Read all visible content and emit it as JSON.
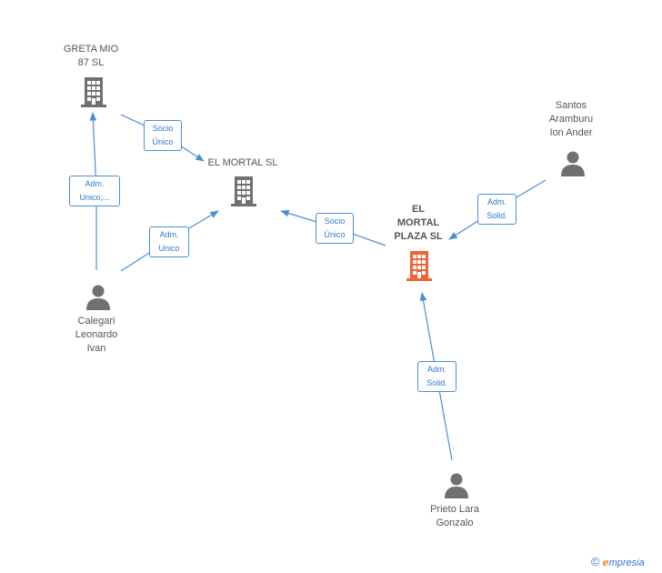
{
  "colors": {
    "edge": "#4a8fd6",
    "building": "#707070",
    "building_focus": "#f06433",
    "person": "#707070"
  },
  "nodes": [
    {
      "id": "greta",
      "kind": "company",
      "icon": "building-icon",
      "lines": [
        "GRETA MIO",
        "87  SL"
      ]
    },
    {
      "id": "mortal",
      "kind": "company",
      "icon": "building-icon",
      "lines": [
        "EL MORTAL  SL"
      ]
    },
    {
      "id": "plaza",
      "kind": "company",
      "focus": true,
      "icon": "building-icon",
      "lines": [
        "EL",
        "MORTAL",
        "PLAZA  SL"
      ]
    },
    {
      "id": "santos",
      "kind": "person",
      "icon": "person-icon",
      "lines": [
        "Santos",
        "Aramburu",
        "Ion Ander"
      ]
    },
    {
      "id": "calegari",
      "kind": "person",
      "icon": "person-icon",
      "lines": [
        "Calegari",
        "Leonardo",
        "Ivan"
      ]
    },
    {
      "id": "prieto",
      "kind": "person",
      "icon": "person-icon",
      "lines": [
        "Prieto Lara",
        "Gonzalo"
      ]
    }
  ],
  "edges": [
    {
      "from": "greta",
      "to": "mortal",
      "lines": [
        "Socio",
        "Único"
      ]
    },
    {
      "from": "calegari",
      "to": "greta",
      "lines": [
        "Adm.",
        "Unico,..."
      ]
    },
    {
      "from": "calegari",
      "to": "mortal",
      "lines": [
        "Adm.",
        "Unico"
      ]
    },
    {
      "from": "plaza",
      "to": "mortal",
      "lines": [
        "Socio",
        "Único"
      ]
    },
    {
      "from": "santos",
      "to": "plaza",
      "lines": [
        "Adm.",
        "Solid."
      ]
    },
    {
      "from": "prieto",
      "to": "plaza",
      "lines": [
        "Adm.",
        "Solid."
      ]
    }
  ],
  "footer": {
    "copyright": "©",
    "brand_initial": "e",
    "brand_rest": "mpresia"
  }
}
